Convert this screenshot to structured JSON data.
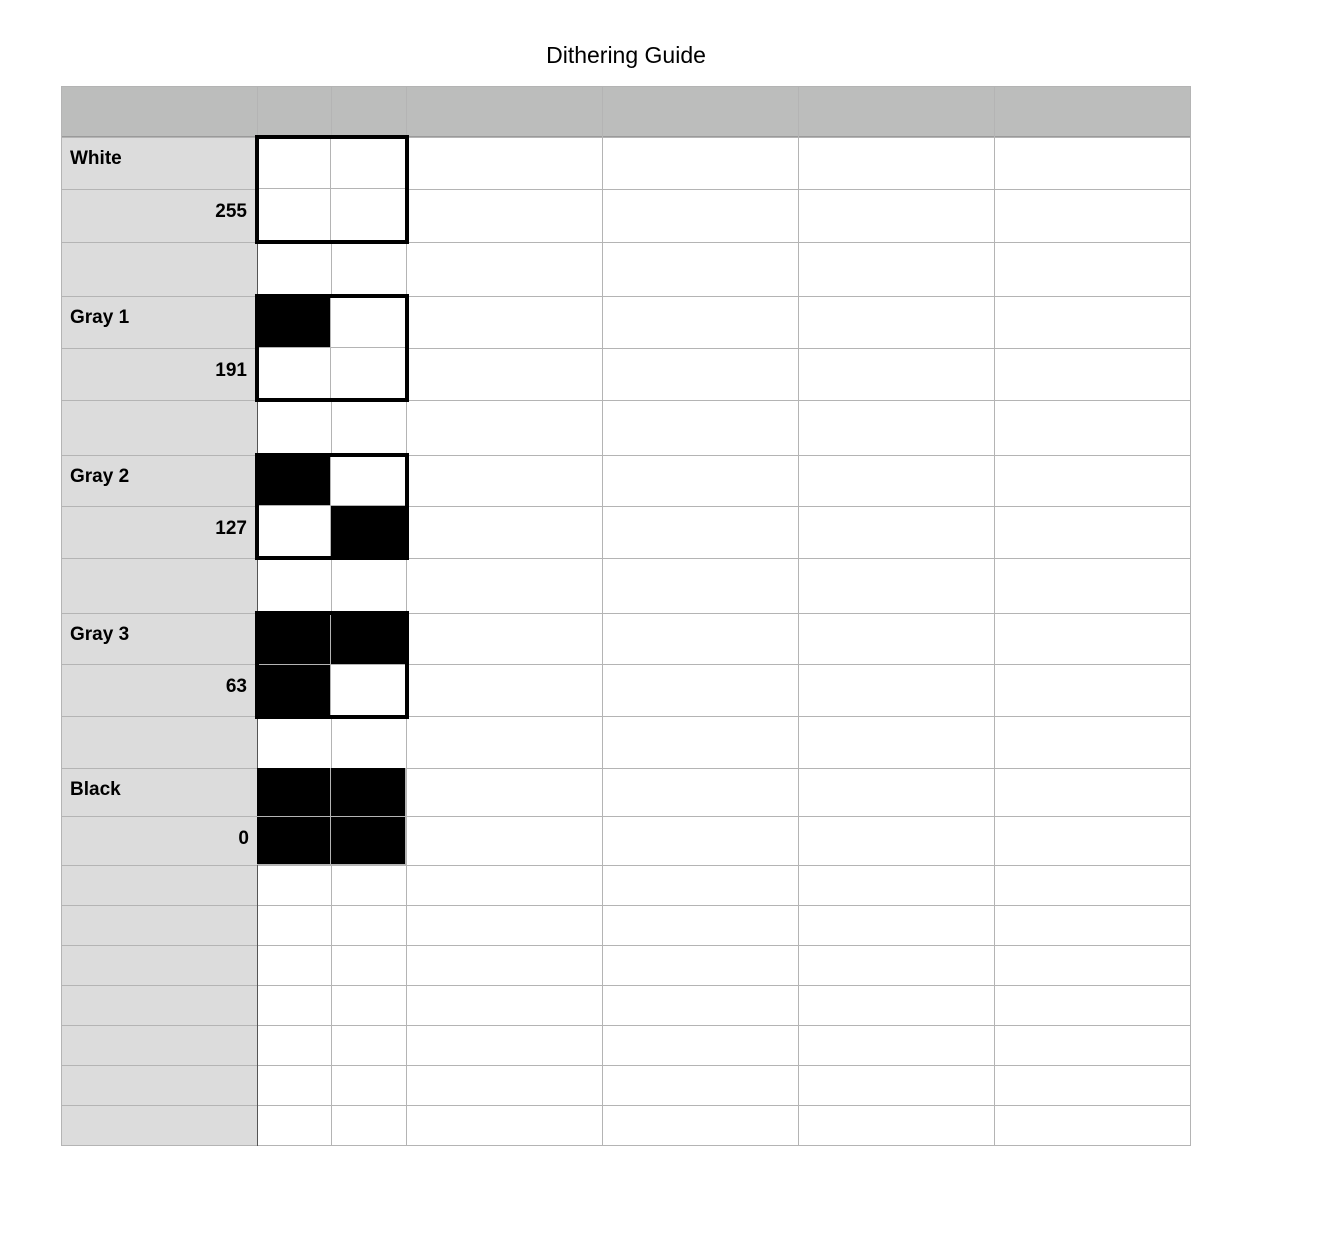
{
  "document": {
    "title": "Dithering Guide"
  },
  "colors": {
    "header_fill": "#bcbdbc",
    "label_column_fill": "#dcdcdc",
    "grid_line": "#b4b4b4",
    "pixel_on": "#000000",
    "pixel_off": "#ffffff"
  },
  "table": {
    "column_count": 7,
    "entries": [
      {
        "label": "White",
        "value": "255",
        "pattern": [
          [
            0,
            0
          ],
          [
            0,
            0
          ]
        ],
        "outlined": true
      },
      {
        "label": "Gray 1",
        "value": "191",
        "pattern": [
          [
            1,
            0
          ],
          [
            0,
            0
          ]
        ],
        "outlined": true
      },
      {
        "label": "Gray 2",
        "value": "127",
        "pattern": [
          [
            1,
            0
          ],
          [
            0,
            1
          ]
        ],
        "outlined": true
      },
      {
        "label": "Gray 3",
        "value": "63",
        "pattern": [
          [
            1,
            1
          ],
          [
            1,
            0
          ]
        ],
        "outlined": true
      },
      {
        "label": "Black",
        "value": "0",
        "pattern": [
          [
            1,
            1
          ],
          [
            1,
            1
          ]
        ],
        "outlined": false
      }
    ]
  }
}
